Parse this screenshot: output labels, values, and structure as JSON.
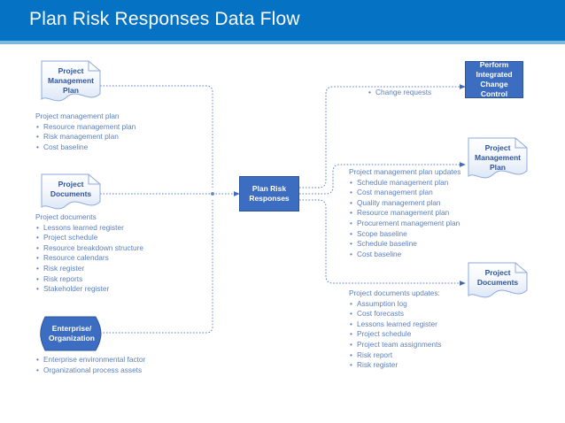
{
  "header": {
    "title": "Plan Risk Responses Data Flow",
    "bg": "#0672c4",
    "underline": "#7cb8e0"
  },
  "colors": {
    "solid_fill": "#3d6dc0",
    "solid_stroke": "#2b55a0",
    "doc_stroke": "#8faadc",
    "text": "#5b7fbd",
    "doc_label": "#2f5597",
    "connector": "#5b84c4"
  },
  "nodes": {
    "pm_plan_in": {
      "label": "Project\nManagement\nPlan",
      "type": "document"
    },
    "proj_docs_in": {
      "label": "Project\nDocuments",
      "type": "document"
    },
    "enterprise": {
      "label": "Enterprise/\nOrganization",
      "type": "wave"
    },
    "process": {
      "label": "Plan Risk\nResponses",
      "type": "process"
    },
    "picc": {
      "label": "Perform\nIntegrated\nChange Control",
      "type": "process"
    },
    "pm_plan_out": {
      "label": "Project\nManagement\nPlan",
      "type": "document"
    },
    "proj_docs_out": {
      "label": "Project\nDocuments",
      "type": "document"
    }
  },
  "lists": {
    "pm_plan_inputs": {
      "head": "Project management plan",
      "items": [
        "Resource management plan",
        "Risk management plan",
        "Cost baseline"
      ]
    },
    "project_documents_inputs": {
      "head": "Project documents",
      "items": [
        "Lessons learned register",
        "Project schedule",
        "Resource breakdown structure",
        "Resource calendars",
        "Risk register",
        "Risk reports",
        "Stakeholder register"
      ]
    },
    "enterprise_inputs": {
      "head": "",
      "items": [
        "Enterprise environmental factor",
        "Organizational process assets"
      ]
    },
    "change_requests": {
      "head": "",
      "items": [
        "Change requests"
      ]
    },
    "pm_plan_updates": {
      "head": "Project management plan updates",
      "items": [
        "Schedule management plan",
        "Cost management plan",
        "Quality management plan",
        "Resource management plan",
        "Procurement management plan",
        "Scope baseline",
        "Schedule baseline",
        "Cost baseline"
      ]
    },
    "project_documents_updates": {
      "head": "Project documents updates:",
      "items": [
        "Assumption log",
        "Cost forecasts",
        "Lessons learned register",
        "Project schedule",
        "Project team assignments",
        "Risk report",
        "Risk register"
      ]
    }
  }
}
